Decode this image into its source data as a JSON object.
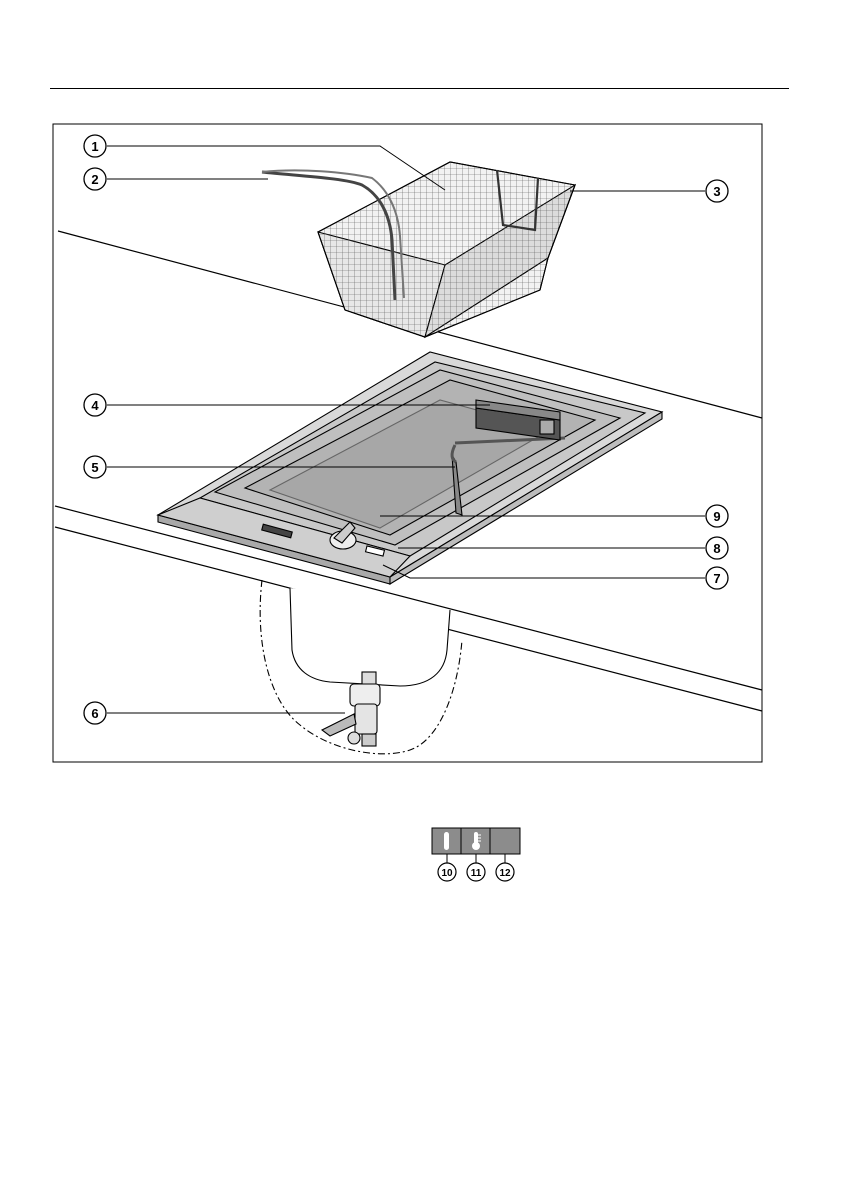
{
  "figure": {
    "callouts": [
      "1",
      "2",
      "3",
      "4",
      "5",
      "6",
      "7",
      "8",
      "9"
    ]
  },
  "indicator_panel": {
    "callouts": [
      "10",
      "11",
      "12"
    ],
    "colors": {
      "panel": "#8c8c8c",
      "glyph": "#ffffff"
    }
  }
}
